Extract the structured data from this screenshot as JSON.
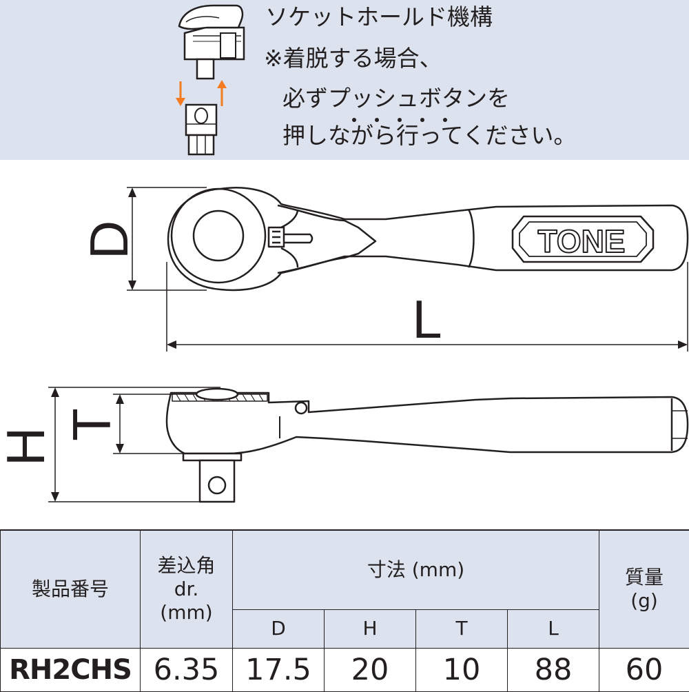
{
  "notice": {
    "title": "ソケットホールド機構",
    "line1": "※着脱する場合、",
    "line2": "必ずプッシュボタンを",
    "line3": "押しながら行ってください。",
    "arrow_color": "#f47b20",
    "banner_color": "#dde3ee"
  },
  "drawing": {
    "brand_logo": "TONE",
    "dimension_labels": {
      "d": "D",
      "l": "L",
      "h": "H",
      "t": "T"
    }
  },
  "table": {
    "headers": {
      "model": "製品番号",
      "drive_line1": "差込角",
      "drive_line2": "dr.",
      "drive_line3": "(mm)",
      "dims": "寸法 (mm)",
      "weight_line1": "質量",
      "weight_line2": "(g)",
      "col_d": "D",
      "col_h": "H",
      "col_t": "T",
      "col_l": "L"
    },
    "row": {
      "model": "RH2CHS",
      "drive": "6.35",
      "d": "17.5",
      "h": "20",
      "t": "10",
      "l": "88",
      "weight": "60"
    }
  }
}
